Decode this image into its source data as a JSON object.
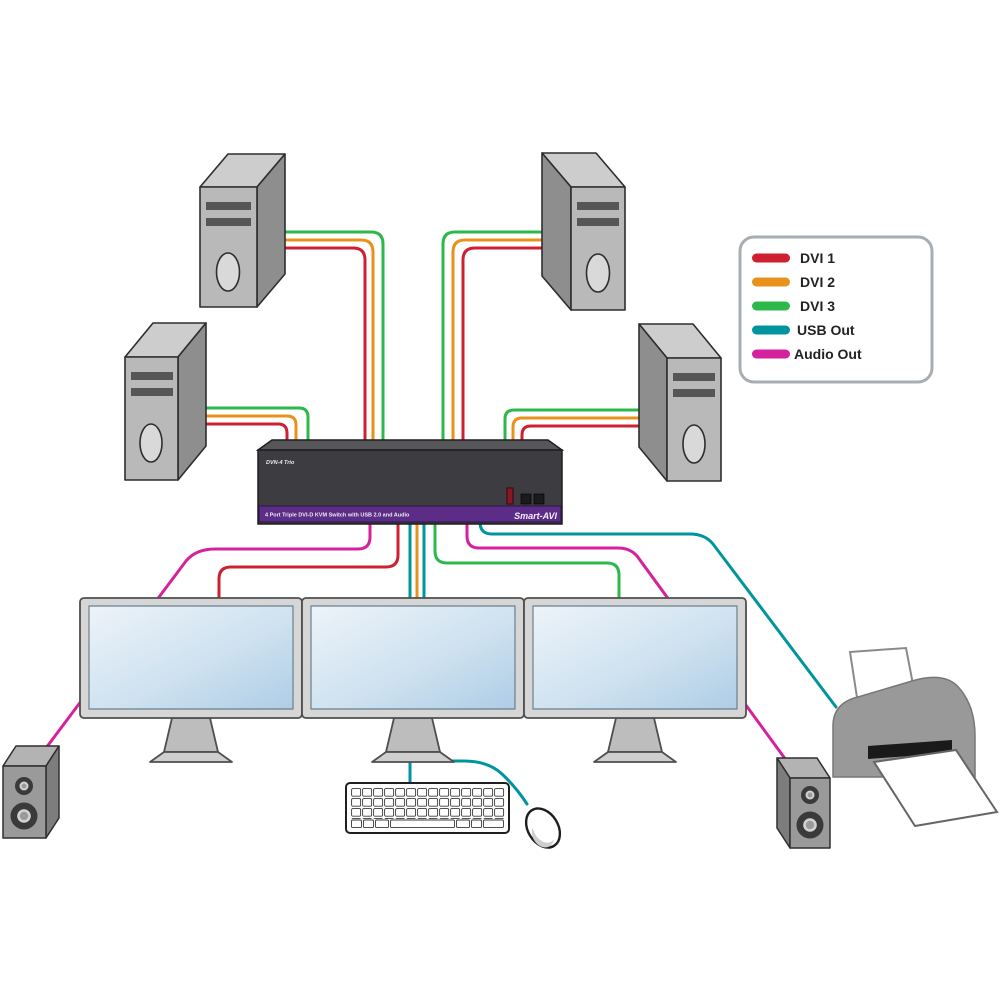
{
  "kvm_switch": {
    "model": "DVN-4 Trio",
    "strip_label": "4 Port Triple DVI-D KVM Switch with USB 2.0 and Audio",
    "brand": "Smart-AVI",
    "strip_color": "#5b2d87"
  },
  "legend": {
    "items": [
      {
        "label": "DVI 1",
        "color": "#ce2030"
      },
      {
        "label": "DVI 2",
        "color": "#e8921c"
      },
      {
        "label": "DVI 3",
        "color": "#2eb84b"
      },
      {
        "label": "USB Out",
        "color": "#00959e"
      },
      {
        "label": "Audio Out",
        "color": "#d6219c"
      }
    ]
  },
  "colors": {
    "dvi1": "#ce2030",
    "dvi2": "#e8921c",
    "dvi3": "#2eb84b",
    "usb": "#00959e",
    "audio": "#d6219c",
    "legend_border": "#a8adb2"
  }
}
